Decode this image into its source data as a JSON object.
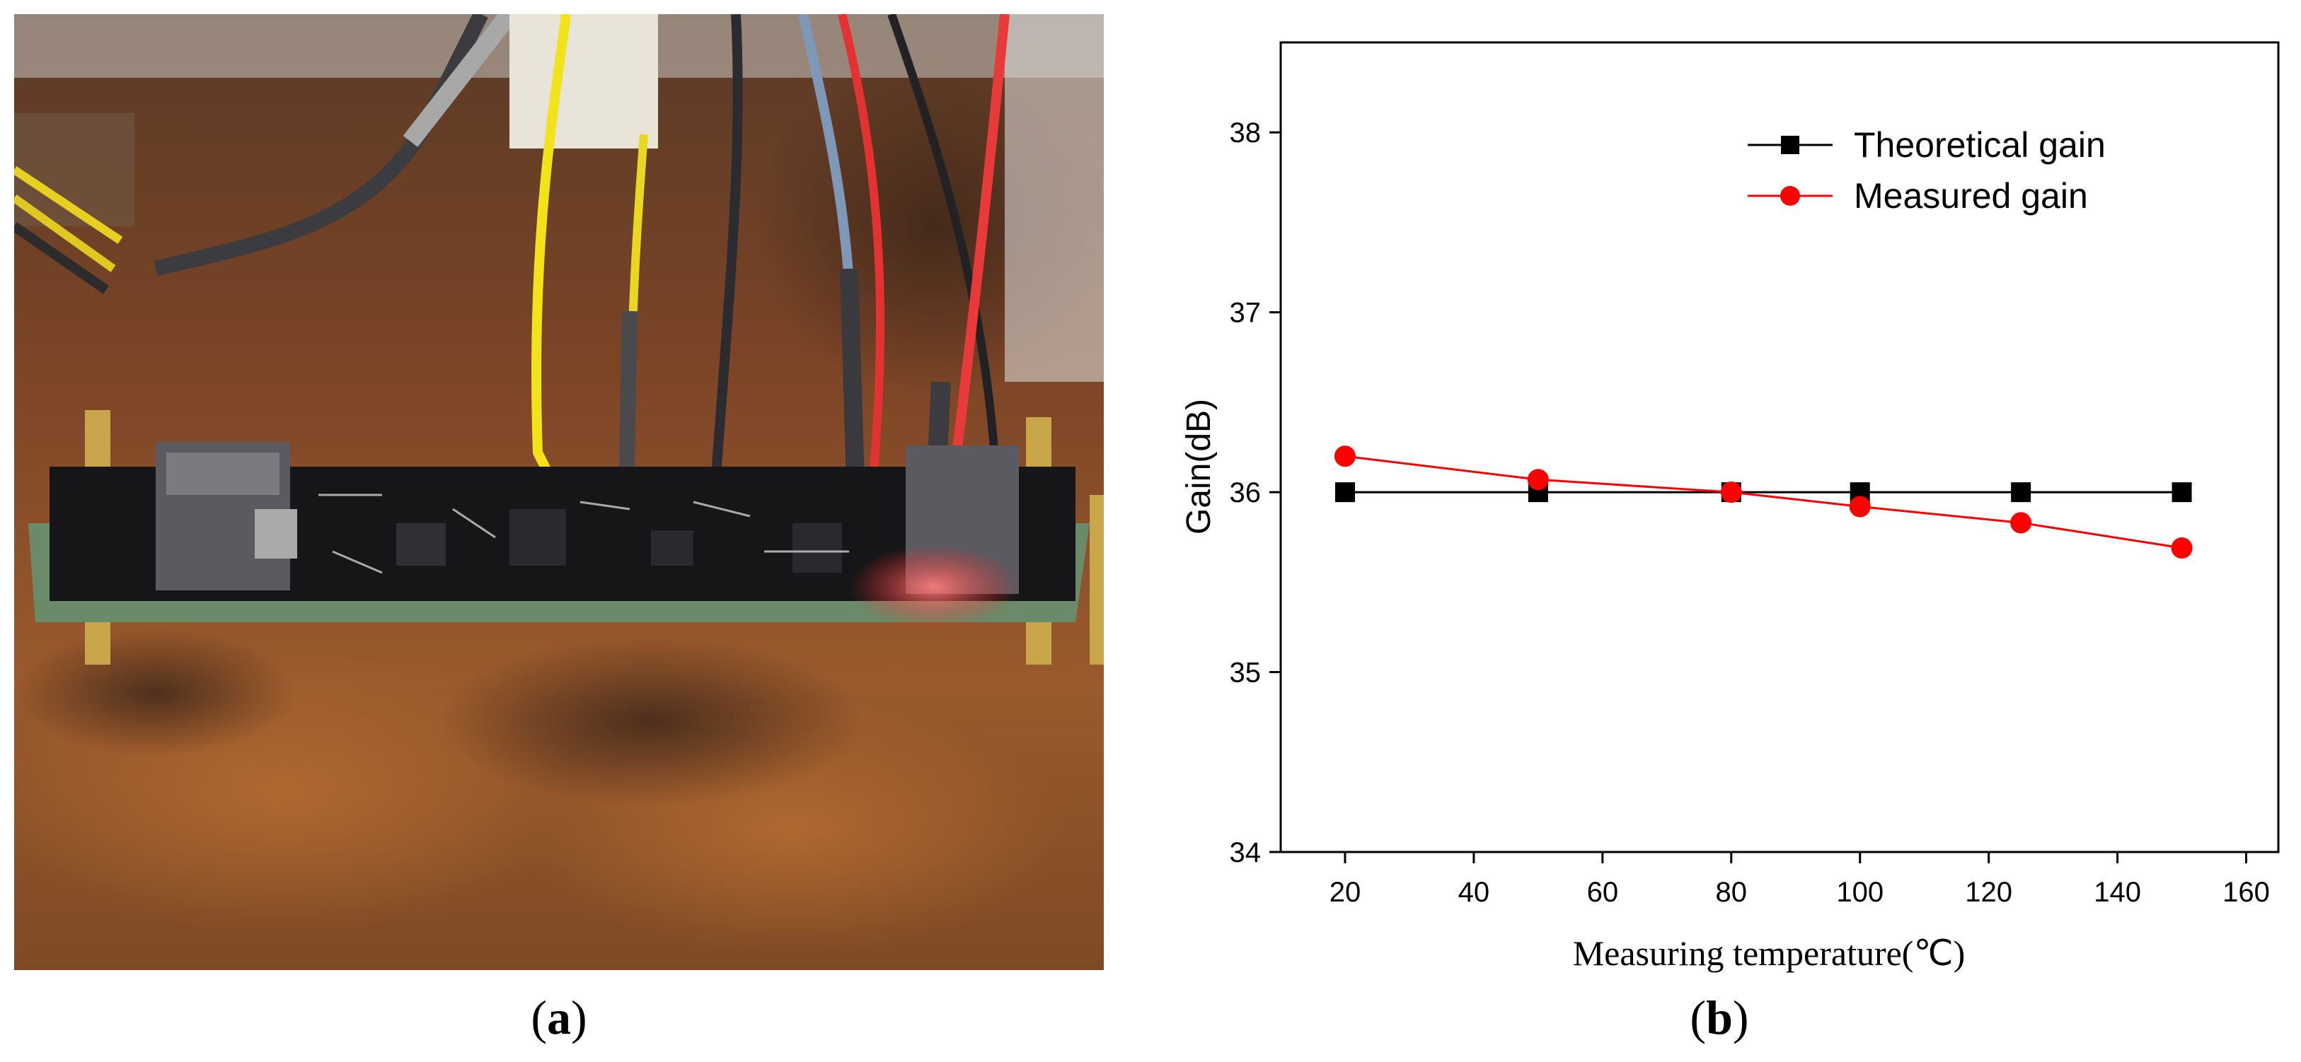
{
  "panels": {
    "a": {
      "open": "(",
      "letter": "a",
      "close": ")"
    },
    "b": {
      "open": "(",
      "letter": "b",
      "close": ")"
    }
  },
  "chart_data": {
    "type": "line",
    "xlabel": "Measuring temperature(℃)",
    "ylabel": "Gain(dB)",
    "xlim": [
      10,
      165
    ],
    "ylim": [
      34,
      38.5
    ],
    "xticks": [
      20,
      40,
      60,
      80,
      100,
      120,
      140,
      160
    ],
    "yticks": [
      34,
      35,
      36,
      37,
      38
    ],
    "grid": false,
    "legend_position": "top-right",
    "series": [
      {
        "name": "Theoretical gain",
        "color": "#000000",
        "marker": "square",
        "x": [
          20,
          50,
          80,
          100,
          125,
          150
        ],
        "y": [
          36.0,
          36.0,
          36.0,
          36.0,
          36.0,
          36.0
        ]
      },
      {
        "name": "Measured gain",
        "color": "#ff0000",
        "marker": "circle",
        "x": [
          20,
          50,
          80,
          100,
          125,
          150
        ],
        "y": [
          36.2,
          36.07,
          36.0,
          35.92,
          35.83,
          35.69
        ]
      }
    ]
  }
}
